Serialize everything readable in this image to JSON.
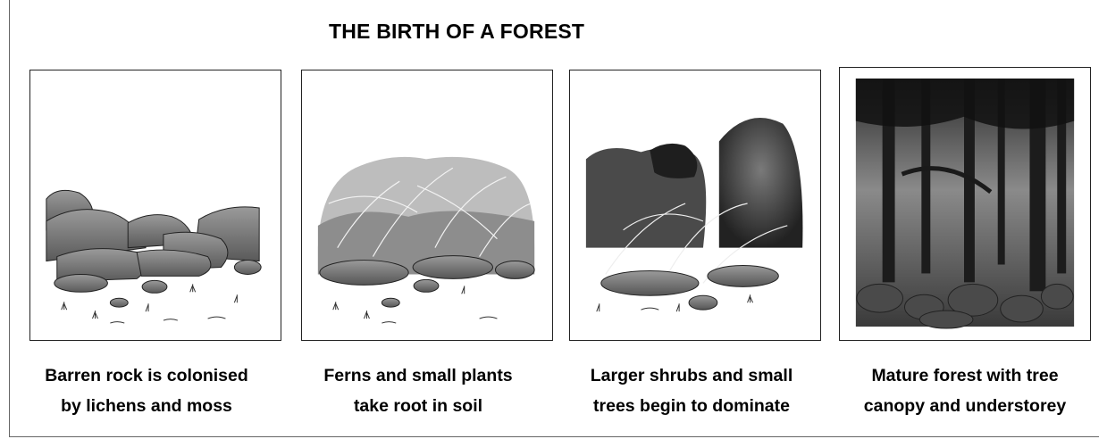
{
  "title": "THE BIRTH OF A FOREST",
  "stages": [
    {
      "caption_line1": "Barren rock is colonised",
      "caption_line2": "by lichens and moss"
    },
    {
      "caption_line1": "Ferns and small plants",
      "caption_line2": "take root in soil"
    },
    {
      "caption_line1": "Larger shrubs and small",
      "caption_line2": "trees begin to dominate"
    },
    {
      "caption_line1": "Mature forest with tree",
      "caption_line2": "canopy and understorey"
    }
  ]
}
